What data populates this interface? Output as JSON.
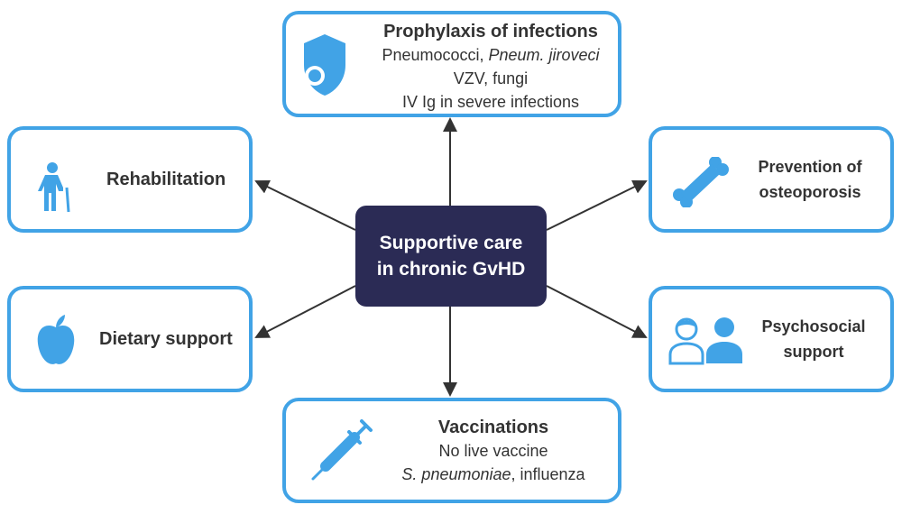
{
  "center": {
    "line1": "Supportive care",
    "line2": "in chronic GvHD"
  },
  "prophylaxis": {
    "title": "Prophylaxis of infections",
    "line1a": "Pneumococci, ",
    "line1b": "Pneum. jiroveci",
    "line2": "VZV, fungi",
    "line3": "IV Ig in severe infections"
  },
  "rehabilitation": {
    "title": "Rehabilitation"
  },
  "osteoporosis": {
    "line1": "Prevention of",
    "line2": "osteoporosis"
  },
  "dietary": {
    "title": "Dietary support"
  },
  "psychosocial": {
    "line1": "Psychosocial",
    "line2": "support"
  },
  "vaccinations": {
    "title": "Vaccinations",
    "line1": "No live vaccine",
    "line2a": "S. pneumoniae",
    "line2b": ", influenza"
  },
  "colors": {
    "accent": "#41a3e6",
    "center": "#2b2b55"
  }
}
